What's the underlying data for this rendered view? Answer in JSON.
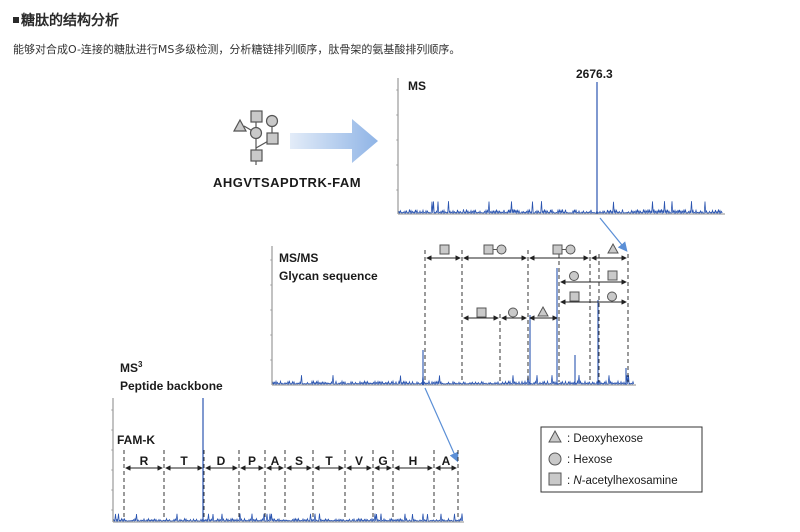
{
  "section": {
    "title": "糖肽的结构分析",
    "intro": "能够对合成O-连接的糖肽进行MS多级检测，分析糖链排列顺序，肽骨架的氨基酸排列顺序。"
  },
  "figure": {
    "peptide_sequence": "AHGVTSAPDTRK-FAM",
    "ms": {
      "label": "MS",
      "peak_value": "2676.3"
    },
    "ms2": {
      "label_line1": "MS/MS",
      "label_line2": "Glycan sequence"
    },
    "ms3": {
      "label_line1": "MS",
      "label_sup": "3",
      "label_line2": "Peptide backbone"
    },
    "fam_label": "FAM-K",
    "residues": [
      "R",
      "T",
      "D",
      "P",
      "A",
      "S",
      "T",
      "V",
      "G",
      "H",
      "A"
    ],
    "legend": {
      "deoxyhexose": ": Deoxyhexose",
      "hexose": ": Hexose",
      "n_prefix": ": ",
      "n_italic": "N",
      "n_rest": "-acetylhexosamine"
    },
    "colors": {
      "spectrum": "#2b55b0",
      "arrow_blue": "#5b8fd6",
      "glyph_fill": "#c9c9c9",
      "glyph_stroke": "#555555"
    }
  }
}
